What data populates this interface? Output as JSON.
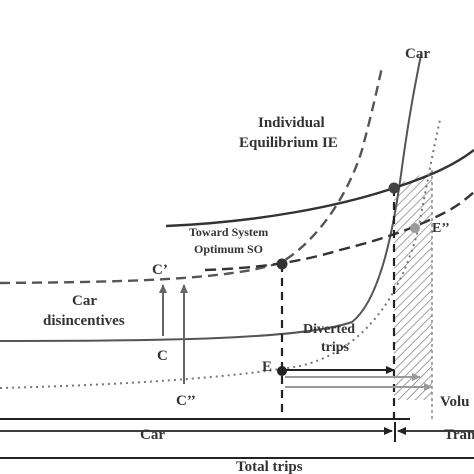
{
  "labels": {
    "car_curve": "Car",
    "ie_line1": "Individual",
    "ie_line2": "Equilibrium IE",
    "so_line1": "Toward System",
    "so_line2": "Optimum SO",
    "c_prime": "C’",
    "c": "C",
    "c_double_prime": "C’’",
    "e_double_prime": "E’’",
    "e": "E",
    "car_disincentives_1": "Car",
    "car_disincentives_2": "disincentives",
    "diverted_1": "Diverted",
    "diverted_2": "trips",
    "volume": "Volu",
    "car_axis": "Car",
    "transit_axis": "Tran",
    "total_trips": "Total trips"
  },
  "colors": {
    "curve": "#555555",
    "dark": "#222222",
    "hatch": "#8a8a8a",
    "light_arrow": "#9a9a9a",
    "point": "#444444",
    "point_light": "#999999"
  }
}
